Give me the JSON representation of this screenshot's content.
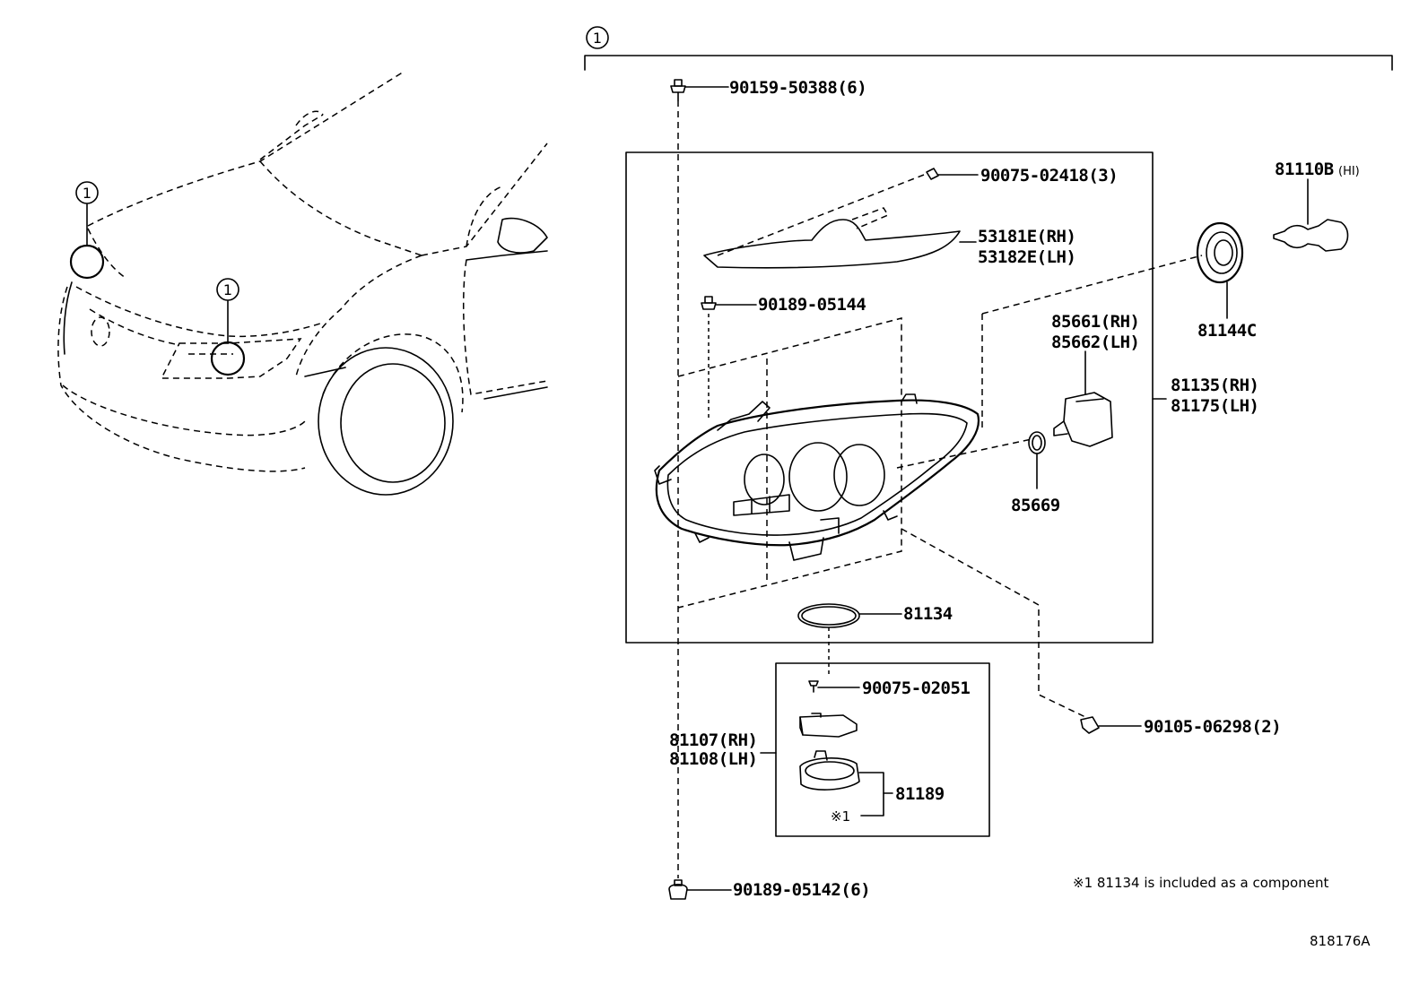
{
  "callouts": {
    "assembly_marker": "1",
    "car_marker_left": "1",
    "car_marker_right": "1"
  },
  "parts": {
    "p1": "90159-50388(6)",
    "p2": "90075-02418(3)",
    "p3a": "53181E(RH)",
    "p3b": "53182E(LH)",
    "p4": "90189-05144",
    "p5": "81110B",
    "p5_suffix": "(HI)",
    "p6": "81144C",
    "p7a": "85661(RH)",
    "p7b": "85662(LH)",
    "p8a": "81135(RH)",
    "p8b": "81175(LH)",
    "p9": "85669",
    "p10": "81134",
    "p11": "90075-02051",
    "p12": "90105-06298(2)",
    "p13a": "81107(RH)",
    "p13b": "81108(LH)",
    "p14": "81189",
    "p14_mark": "※1",
    "p15": "90189-05142(6)"
  },
  "footnote": "※1 81134 is included as a component",
  "diagram_id": "818176A"
}
